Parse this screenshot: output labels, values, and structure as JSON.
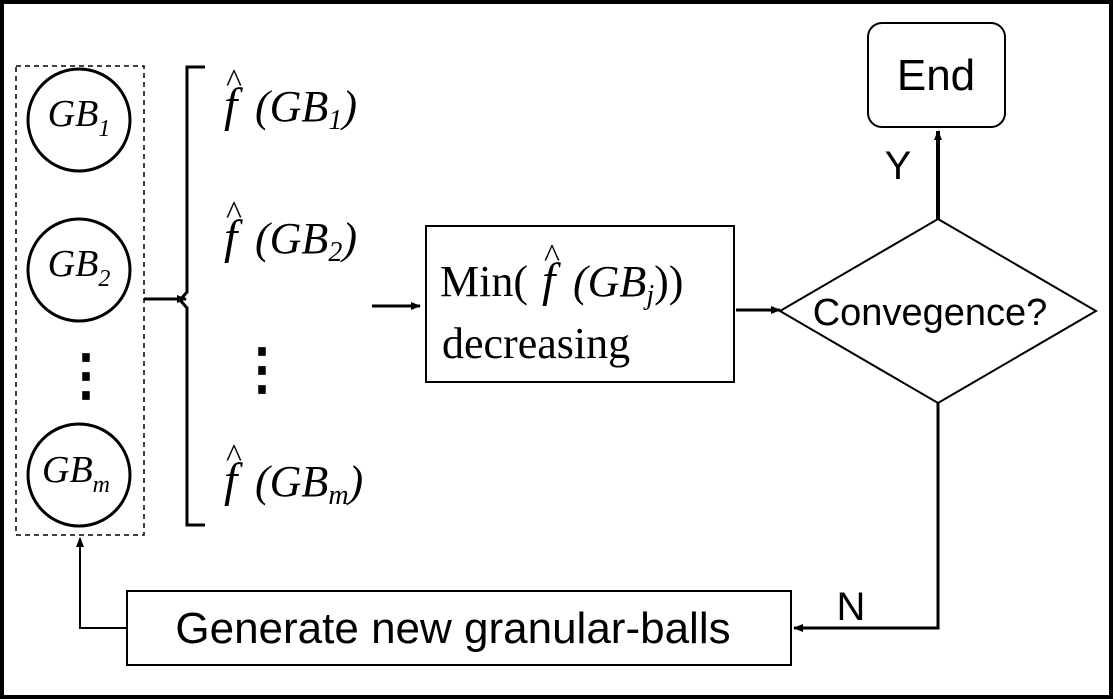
{
  "balls": [
    {
      "base": "GB",
      "sub": "1"
    },
    {
      "base": "GB",
      "sub": "2"
    },
    {
      "base": "GB",
      "sub": "m"
    }
  ],
  "ball_ellipsis": "⋮",
  "f_symbol": "f",
  "f_hat": "^",
  "fitness": [
    {
      "open": "(GB",
      "sub": "1",
      "close": ")"
    },
    {
      "open": "(GB",
      "sub": "2",
      "close": ")"
    },
    {
      "open": "(GB",
      "sub": "m",
      "close": ")"
    }
  ],
  "fitness_ellipsis": "⋮",
  "min_box": {
    "prefix": "Min(",
    "open": "(GB",
    "sub": "j",
    "close": "))",
    "line2": "decreasing"
  },
  "decision": {
    "label": "Convegence?"
  },
  "end": {
    "label": "End"
  },
  "yes_label": "Y",
  "no_label": "N",
  "generate": {
    "label": "Generate new granular-balls"
  }
}
